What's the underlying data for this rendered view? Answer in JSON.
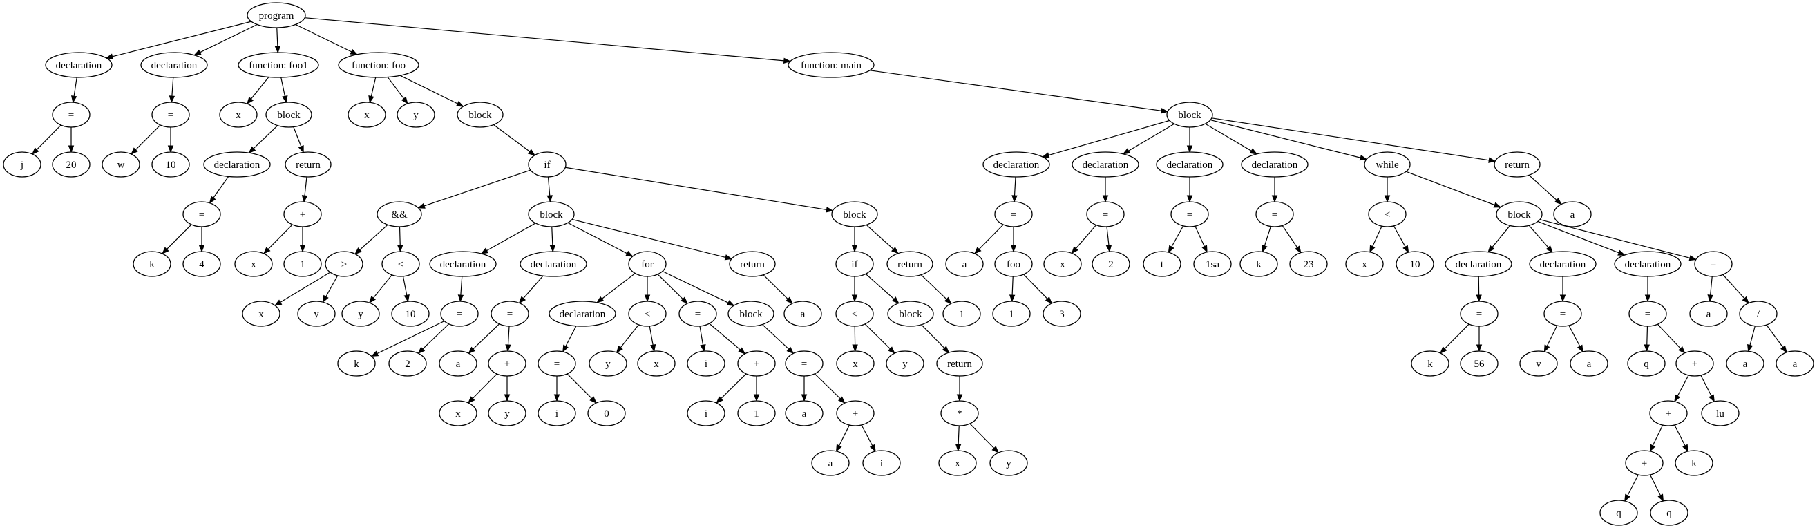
{
  "diagram": {
    "type": "tree",
    "nodes": [
      {
        "id": "program",
        "label": "program"
      },
      {
        "id": "decl_j",
        "label": "declaration"
      },
      {
        "id": "decl_w",
        "label": "declaration"
      },
      {
        "id": "foo1",
        "label": "function: foo1"
      },
      {
        "id": "foo",
        "label": "function: foo"
      },
      {
        "id": "main",
        "label": "function: main"
      },
      {
        "id": "eq_j",
        "label": "="
      },
      {
        "id": "j",
        "label": "j"
      },
      {
        "id": "n20",
        "label": "20"
      },
      {
        "id": "eq_w",
        "label": "="
      },
      {
        "id": "w",
        "label": "w"
      },
      {
        "id": "n10a",
        "label": "10"
      },
      {
        "id": "foo1_x",
        "label": "x"
      },
      {
        "id": "foo1_block",
        "label": "block"
      },
      {
        "id": "foo1_decl",
        "label": "declaration"
      },
      {
        "id": "foo1_ret",
        "label": "return"
      },
      {
        "id": "foo1_eq",
        "label": "="
      },
      {
        "id": "foo1_k",
        "label": "k"
      },
      {
        "id": "foo1_4",
        "label": "4"
      },
      {
        "id": "foo1_plus",
        "label": "+"
      },
      {
        "id": "foo1_px",
        "label": "x"
      },
      {
        "id": "foo1_p1",
        "label": "1"
      },
      {
        "id": "foo_x",
        "label": "x"
      },
      {
        "id": "foo_y",
        "label": "y"
      },
      {
        "id": "foo_block",
        "label": "block"
      },
      {
        "id": "if1",
        "label": "if"
      },
      {
        "id": "and",
        "label": "&&"
      },
      {
        "id": "if1_block",
        "label": "block"
      },
      {
        "id": "if1_else",
        "label": "block"
      },
      {
        "id": "gt",
        "label": ">"
      },
      {
        "id": "gt_x",
        "label": "x"
      },
      {
        "id": "gt_y",
        "label": "y"
      },
      {
        "id": "lt1",
        "label": "<"
      },
      {
        "id": "lt1_y",
        "label": "y"
      },
      {
        "id": "lt1_10",
        "label": "10"
      },
      {
        "id": "b_decl1",
        "label": "declaration"
      },
      {
        "id": "b_decl2",
        "label": "declaration"
      },
      {
        "id": "for",
        "label": "for"
      },
      {
        "id": "b_ret",
        "label": "return"
      },
      {
        "id": "b_ret_a",
        "label": "a"
      },
      {
        "id": "d1_eq",
        "label": "="
      },
      {
        "id": "d1_k",
        "label": "k"
      },
      {
        "id": "d1_2",
        "label": "2"
      },
      {
        "id": "d2_eq",
        "label": "="
      },
      {
        "id": "d2_a",
        "label": "a"
      },
      {
        "id": "d2_plus",
        "label": "+"
      },
      {
        "id": "d2_x",
        "label": "x"
      },
      {
        "id": "d2_y",
        "label": "y"
      },
      {
        "id": "for_decl",
        "label": "declaration"
      },
      {
        "id": "for_lt",
        "label": "<"
      },
      {
        "id": "for_eq",
        "label": "="
      },
      {
        "id": "for_block",
        "label": "block"
      },
      {
        "id": "fd_eq",
        "label": "="
      },
      {
        "id": "fd_i",
        "label": "i"
      },
      {
        "id": "fd_0",
        "label": "0"
      },
      {
        "id": "fl_y",
        "label": "y"
      },
      {
        "id": "fl_x",
        "label": "x"
      },
      {
        "id": "fe_i",
        "label": "i"
      },
      {
        "id": "fe_plus",
        "label": "+"
      },
      {
        "id": "fe_pi",
        "label": "i"
      },
      {
        "id": "fe_p1",
        "label": "1"
      },
      {
        "id": "fb_eq",
        "label": "="
      },
      {
        "id": "fb_a",
        "label": "a"
      },
      {
        "id": "fb_plus",
        "label": "+"
      },
      {
        "id": "fb_pa",
        "label": "a"
      },
      {
        "id": "fb_pi",
        "label": "i"
      },
      {
        "id": "else_if",
        "label": "if"
      },
      {
        "id": "else_ret",
        "label": "return"
      },
      {
        "id": "else_ret_1",
        "label": "1"
      },
      {
        "id": "ei_lt",
        "label": "<"
      },
      {
        "id": "ei_block",
        "label": "block"
      },
      {
        "id": "ei_lt_x",
        "label": "x"
      },
      {
        "id": "ei_lt_y",
        "label": "y"
      },
      {
        "id": "ei_ret",
        "label": "return"
      },
      {
        "id": "ei_mul",
        "label": "*"
      },
      {
        "id": "ei_mul_x",
        "label": "x"
      },
      {
        "id": "ei_mul_y",
        "label": "y"
      },
      {
        "id": "main_block",
        "label": "block"
      },
      {
        "id": "m_decl1",
        "label": "declaration"
      },
      {
        "id": "m_decl2",
        "label": "declaration"
      },
      {
        "id": "m_decl3",
        "label": "declaration"
      },
      {
        "id": "m_decl4",
        "label": "declaration"
      },
      {
        "id": "m_while",
        "label": "while"
      },
      {
        "id": "m_ret",
        "label": "return"
      },
      {
        "id": "m_ret_a",
        "label": "a"
      },
      {
        "id": "md1_eq",
        "label": "="
      },
      {
        "id": "md1_a",
        "label": "a"
      },
      {
        "id": "md1_foo",
        "label": "foo"
      },
      {
        "id": "md1_1",
        "label": "1"
      },
      {
        "id": "md1_3",
        "label": "3"
      },
      {
        "id": "md2_eq",
        "label": "="
      },
      {
        "id": "md2_x",
        "label": "x"
      },
      {
        "id": "md2_2",
        "label": "2"
      },
      {
        "id": "md3_eq",
        "label": "="
      },
      {
        "id": "md3_t",
        "label": "t"
      },
      {
        "id": "md3_1sa",
        "label": "1sa"
      },
      {
        "id": "md4_eq",
        "label": "="
      },
      {
        "id": "md4_k",
        "label": "k"
      },
      {
        "id": "md4_23",
        "label": "23"
      },
      {
        "id": "w_lt",
        "label": "<"
      },
      {
        "id": "w_lt_x",
        "label": "x"
      },
      {
        "id": "w_lt_10",
        "label": "10"
      },
      {
        "id": "w_block",
        "label": "block"
      },
      {
        "id": "wb_decl1",
        "label": "declaration"
      },
      {
        "id": "wb_decl2",
        "label": "declaration"
      },
      {
        "id": "wb_decl3",
        "label": "declaration"
      },
      {
        "id": "wb_eq",
        "label": "="
      },
      {
        "id": "wd1_eq",
        "label": "="
      },
      {
        "id": "wd1_k",
        "label": "k"
      },
      {
        "id": "wd1_56",
        "label": "56"
      },
      {
        "id": "wd2_eq",
        "label": "="
      },
      {
        "id": "wd2_v",
        "label": "v"
      },
      {
        "id": "wd2_a",
        "label": "a"
      },
      {
        "id": "wd3_eq",
        "label": "="
      },
      {
        "id": "wd3_q",
        "label": "q"
      },
      {
        "id": "wd3_plus",
        "label": "+"
      },
      {
        "id": "wd3_p2",
        "label": "+"
      },
      {
        "id": "wd3_lu",
        "label": "lu"
      },
      {
        "id": "wd3_p3",
        "label": "+"
      },
      {
        "id": "wd3_k",
        "label": "k"
      },
      {
        "id": "wd3_q1",
        "label": "q"
      },
      {
        "id": "wd3_q2",
        "label": "q"
      },
      {
        "id": "we_a",
        "label": "a"
      },
      {
        "id": "we_div",
        "label": "/"
      },
      {
        "id": "we_da",
        "label": "a"
      },
      {
        "id": "we_da2",
        "label": "a"
      }
    ],
    "edges": [
      [
        "program",
        "decl_j"
      ],
      [
        "program",
        "decl_w"
      ],
      [
        "program",
        "foo1"
      ],
      [
        "program",
        "foo"
      ],
      [
        "program",
        "main"
      ],
      [
        "decl_j",
        "eq_j"
      ],
      [
        "eq_j",
        "j"
      ],
      [
        "eq_j",
        "n20"
      ],
      [
        "decl_w",
        "eq_w"
      ],
      [
        "eq_w",
        "w"
      ],
      [
        "eq_w",
        "n10a"
      ],
      [
        "foo1",
        "foo1_x"
      ],
      [
        "foo1",
        "foo1_block"
      ],
      [
        "foo1_block",
        "foo1_decl"
      ],
      [
        "foo1_block",
        "foo1_ret"
      ],
      [
        "foo1_decl",
        "foo1_eq"
      ],
      [
        "foo1_eq",
        "foo1_k"
      ],
      [
        "foo1_eq",
        "foo1_4"
      ],
      [
        "foo1_ret",
        "foo1_plus"
      ],
      [
        "foo1_plus",
        "foo1_px"
      ],
      [
        "foo1_plus",
        "foo1_p1"
      ],
      [
        "foo",
        "foo_x"
      ],
      [
        "foo",
        "foo_y"
      ],
      [
        "foo",
        "foo_block"
      ],
      [
        "foo_block",
        "if1"
      ],
      [
        "if1",
        "and"
      ],
      [
        "if1",
        "if1_block"
      ],
      [
        "if1",
        "if1_else"
      ],
      [
        "and",
        "gt"
      ],
      [
        "and",
        "lt1"
      ],
      [
        "gt",
        "gt_x"
      ],
      [
        "gt",
        "gt_y"
      ],
      [
        "lt1",
        "lt1_y"
      ],
      [
        "lt1",
        "lt1_10"
      ],
      [
        "if1_block",
        "b_decl1"
      ],
      [
        "if1_block",
        "b_decl2"
      ],
      [
        "if1_block",
        "for"
      ],
      [
        "if1_block",
        "b_ret"
      ],
      [
        "b_decl1",
        "d1_eq"
      ],
      [
        "d1_eq",
        "d1_k"
      ],
      [
        "d1_eq",
        "d1_2"
      ],
      [
        "b_decl2",
        "d2_eq"
      ],
      [
        "d2_eq",
        "d2_a"
      ],
      [
        "d2_eq",
        "d2_plus"
      ],
      [
        "d2_plus",
        "d2_x"
      ],
      [
        "d2_plus",
        "d2_y"
      ],
      [
        "for",
        "for_decl"
      ],
      [
        "for",
        "for_lt"
      ],
      [
        "for",
        "for_eq"
      ],
      [
        "for",
        "for_block"
      ],
      [
        "for_decl",
        "fd_eq"
      ],
      [
        "fd_eq",
        "fd_i"
      ],
      [
        "fd_eq",
        "fd_0"
      ],
      [
        "for_lt",
        "fl_y"
      ],
      [
        "for_lt",
        "fl_x"
      ],
      [
        "for_eq",
        "fe_i"
      ],
      [
        "for_eq",
        "fe_plus"
      ],
      [
        "fe_plus",
        "fe_pi"
      ],
      [
        "fe_plus",
        "fe_p1"
      ],
      [
        "for_block",
        "fb_eq"
      ],
      [
        "fb_eq",
        "fb_a"
      ],
      [
        "fb_eq",
        "fb_plus"
      ],
      [
        "fb_plus",
        "fb_pa"
      ],
      [
        "fb_plus",
        "fb_pi"
      ],
      [
        "b_ret",
        "b_ret_a"
      ],
      [
        "if1_else",
        "else_if"
      ],
      [
        "if1_else",
        "else_ret"
      ],
      [
        "else_ret",
        "else_ret_1"
      ],
      [
        "else_if",
        "ei_lt"
      ],
      [
        "else_if",
        "ei_block"
      ],
      [
        "ei_lt",
        "ei_lt_x"
      ],
      [
        "ei_lt",
        "ei_lt_y"
      ],
      [
        "ei_block",
        "ei_ret"
      ],
      [
        "ei_ret",
        "ei_mul"
      ],
      [
        "ei_mul",
        "ei_mul_x"
      ],
      [
        "ei_mul",
        "ei_mul_y"
      ],
      [
        "main",
        "main_block"
      ],
      [
        "main_block",
        "m_decl1"
      ],
      [
        "main_block",
        "m_decl2"
      ],
      [
        "main_block",
        "m_decl3"
      ],
      [
        "main_block",
        "m_decl4"
      ],
      [
        "main_block",
        "m_while"
      ],
      [
        "main_block",
        "m_ret"
      ],
      [
        "m_ret",
        "m_ret_a"
      ],
      [
        "m_decl1",
        "md1_eq"
      ],
      [
        "md1_eq",
        "md1_a"
      ],
      [
        "md1_eq",
        "md1_foo"
      ],
      [
        "md1_foo",
        "md1_1"
      ],
      [
        "md1_foo",
        "md1_3"
      ],
      [
        "m_decl2",
        "md2_eq"
      ],
      [
        "md2_eq",
        "md2_x"
      ],
      [
        "md2_eq",
        "md2_2"
      ],
      [
        "m_decl3",
        "md3_eq"
      ],
      [
        "md3_eq",
        "md3_t"
      ],
      [
        "md3_eq",
        "md3_1sa"
      ],
      [
        "m_decl4",
        "md4_eq"
      ],
      [
        "md4_eq",
        "md4_k"
      ],
      [
        "md4_eq",
        "md4_23"
      ],
      [
        "m_while",
        "w_lt"
      ],
      [
        "m_while",
        "w_block"
      ],
      [
        "w_lt",
        "w_lt_x"
      ],
      [
        "w_lt",
        "w_lt_10"
      ],
      [
        "w_block",
        "wb_decl1"
      ],
      [
        "w_block",
        "wb_decl2"
      ],
      [
        "w_block",
        "wb_decl3"
      ],
      [
        "w_block",
        "wb_eq"
      ],
      [
        "wb_decl1",
        "wd1_eq"
      ],
      [
        "wd1_eq",
        "wd1_k"
      ],
      [
        "wd1_eq",
        "wd1_56"
      ],
      [
        "wb_decl2",
        "wd2_eq"
      ],
      [
        "wd2_eq",
        "wd2_v"
      ],
      [
        "wd2_eq",
        "wd2_a"
      ],
      [
        "wb_decl3",
        "wd3_eq"
      ],
      [
        "wd3_eq",
        "wd3_q"
      ],
      [
        "wd3_eq",
        "wd3_plus"
      ],
      [
        "wd3_plus",
        "wd3_p2"
      ],
      [
        "wd3_plus",
        "wd3_lu"
      ],
      [
        "wd3_p2",
        "wd3_p3"
      ],
      [
        "wd3_p2",
        "wd3_k"
      ],
      [
        "wd3_p3",
        "wd3_q1"
      ],
      [
        "wd3_p3",
        "wd3_q2"
      ],
      [
        "wb_eq",
        "we_a"
      ],
      [
        "wb_eq",
        "we_div"
      ],
      [
        "we_div",
        "we_da"
      ],
      [
        "we_div",
        "we_da2"
      ]
    ]
  }
}
